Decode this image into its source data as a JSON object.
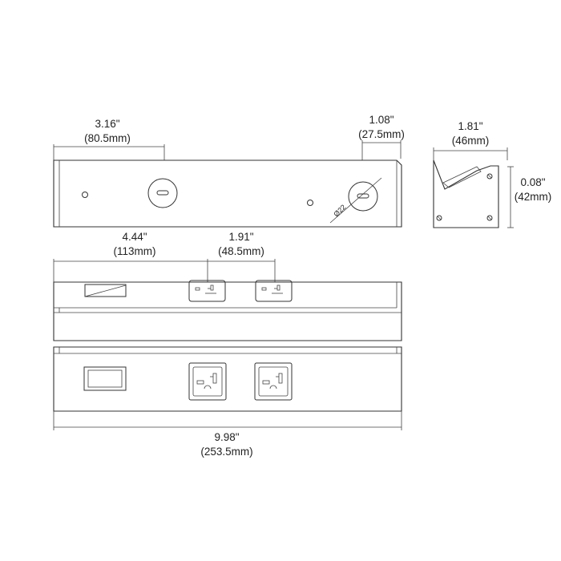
{
  "top_view": {
    "left_dim": {
      "inch": "3.16\"",
      "mm": "(80.5mm)"
    },
    "right_dim": {
      "inch": "1.08\"",
      "mm": "(27.5mm)"
    },
    "hole_label": "Ø22"
  },
  "side_view": {
    "width_dim": {
      "inch": "1.81\"",
      "mm": "(46mm)"
    },
    "height_dim": {
      "inch": "0.08\"",
      "mm": "(42mm)"
    }
  },
  "middle_view": {
    "left_dim": {
      "inch": "4.44\"",
      "mm": "(113mm)"
    },
    "right_dim": {
      "inch": "1.91\"",
      "mm": "(48.5mm)"
    }
  },
  "front_view": {
    "overall_dim": {
      "inch": "9.98\"",
      "mm": "(253.5mm)"
    }
  },
  "colors": {
    "line": "#333333",
    "background": "#ffffff"
  }
}
